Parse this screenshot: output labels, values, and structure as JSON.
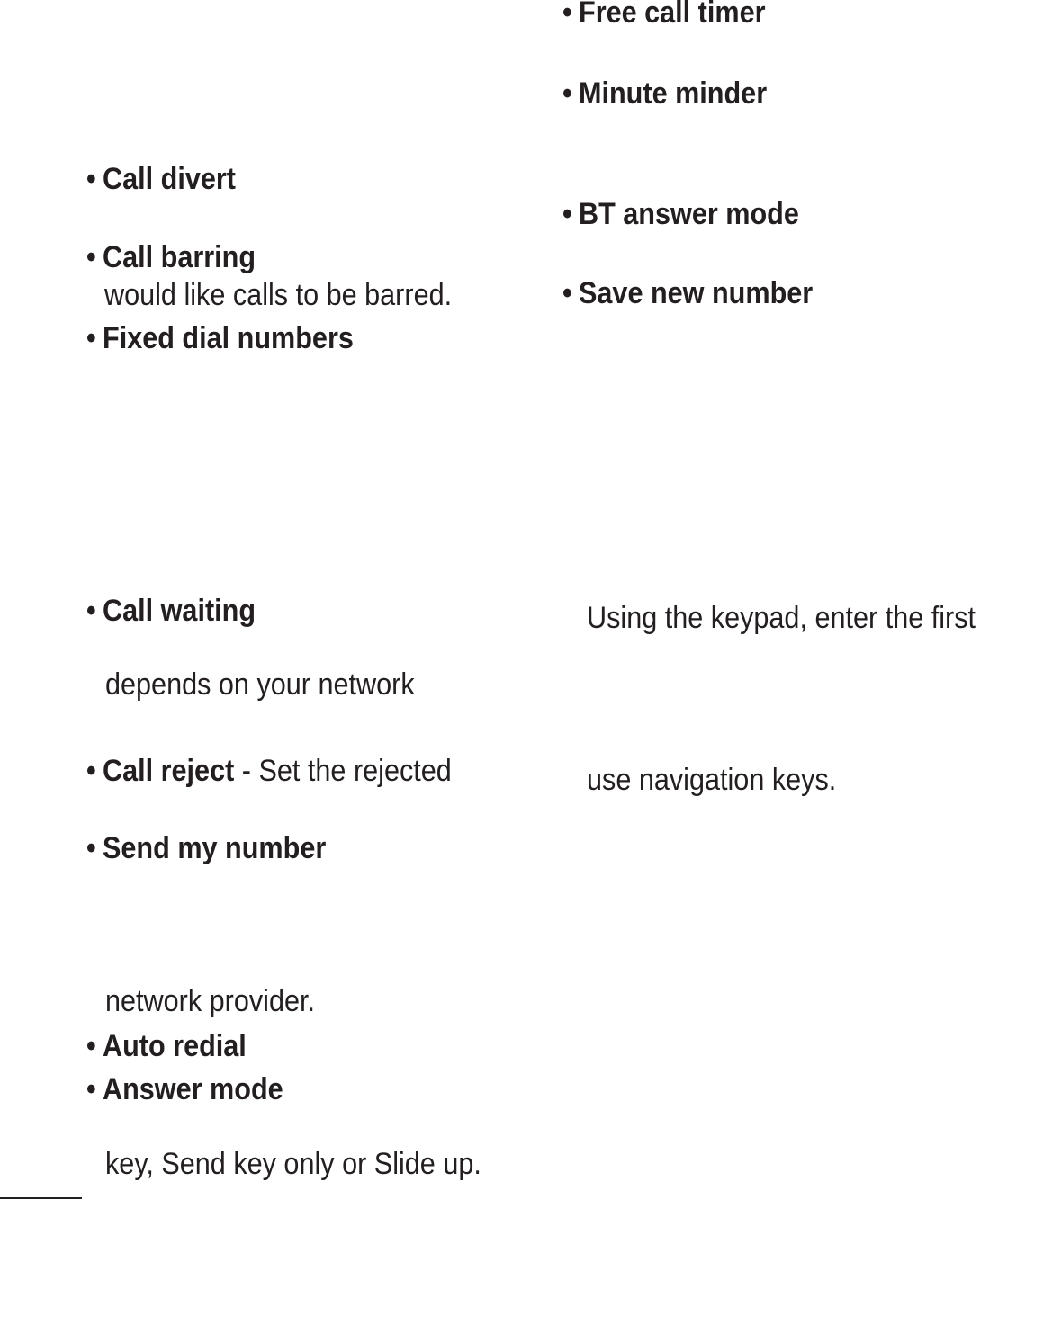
{
  "document": {
    "kind": "user-guide page fragment",
    "background": "#ffffff",
    "text_color": "#231f20"
  },
  "glyphs": {
    "bullet": "•"
  },
  "left_column": {
    "rows": [
      {
        "bold": "Call divert"
      },
      {
        "bold": "Call barring"
      },
      {
        "text": "would like calls to be barred."
      },
      {
        "bold": "Fixed dial numbers"
      },
      {
        "bold": "Call waiting"
      },
      {
        "text": "depends on your network"
      },
      {
        "bold": "Call reject",
        "text": " - Set the rejected"
      },
      {
        "bold": "Send my number"
      },
      {
        "text": "network provider."
      },
      {
        "bold": "Auto redial"
      },
      {
        "bold": "Answer mode"
      },
      {
        "text": "key, Send key only or Slide up."
      }
    ]
  },
  "right_column": {
    "rows": [
      {
        "bold": "Free call timer"
      },
      {
        "bold": "Minute minder"
      },
      {
        "bold": "BT answer mode"
      },
      {
        "bold": "Save new number"
      },
      {
        "text": "Using the keypad, enter the first"
      },
      {
        "text": "use navigation keys."
      }
    ]
  }
}
